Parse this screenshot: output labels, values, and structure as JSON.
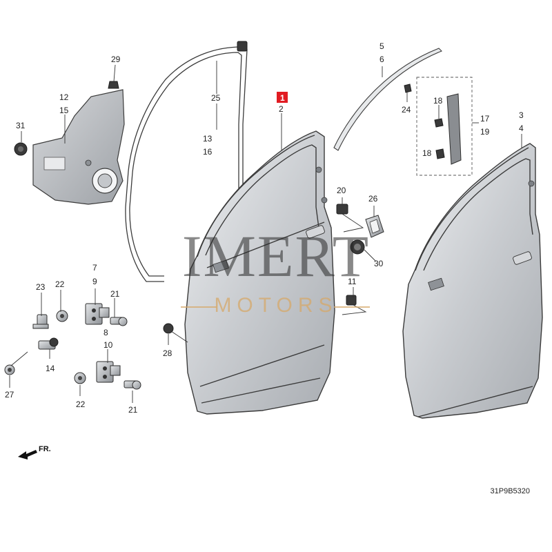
{
  "watermark": {
    "brand": "IMERT",
    "subtitle": "MOTORS"
  },
  "direction_label": "FR.",
  "diagram_code": "31P9B5320",
  "highlighted_callout": "1",
  "callouts": {
    "c29": "29",
    "c12": "12",
    "c15": "15",
    "c31": "31",
    "c25": "25",
    "c13": "13",
    "c16": "16",
    "c1": "1",
    "c2": "2",
    "c5": "5",
    "c6": "6",
    "c24": "24",
    "c18a": "18",
    "c18b": "18",
    "c17": "17",
    "c19": "19",
    "c3": "3",
    "c4": "4",
    "c20": "20",
    "c26": "26",
    "c30": "30",
    "c11": "11",
    "c7": "7",
    "c9": "9",
    "c23": "23",
    "c22a": "22",
    "c21a": "21",
    "c8": "8",
    "c10": "10",
    "c28": "28",
    "c14": "14",
    "c27": "27",
    "c22b": "22",
    "c21b": "21"
  }
}
